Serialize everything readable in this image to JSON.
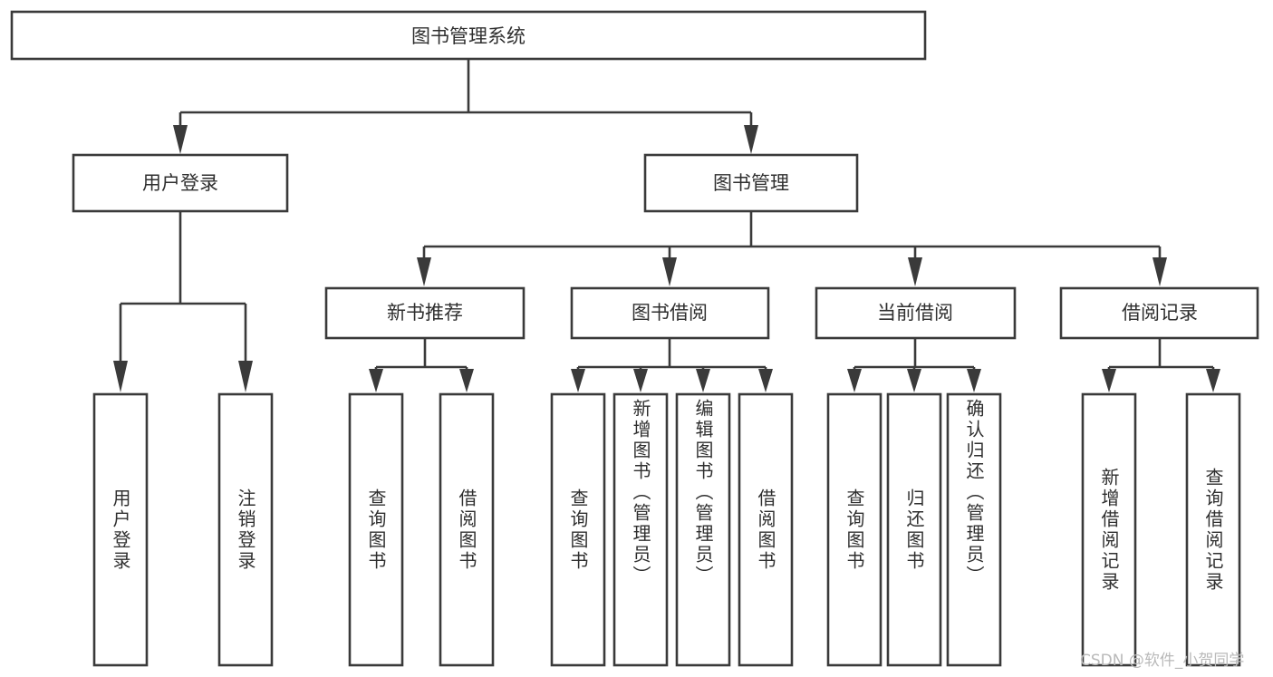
{
  "diagram": {
    "type": "tree",
    "title": "图书管理系统",
    "watermark": "CSDN @软件_小贺同学",
    "colors": {
      "box_stroke": "#3a3a3a",
      "box_fill": "#ffffff",
      "text": "#2f2f2f",
      "connector": "#3a3a3a",
      "background": "#ffffff",
      "watermark": "#b9b9b9"
    },
    "levels": {
      "root": "图书管理系统",
      "level1": [
        "用户登录",
        "图书管理"
      ],
      "level2": [
        "新书推荐",
        "图书借阅",
        "当前借阅",
        "借阅记录"
      ]
    },
    "nodes": {
      "root": {
        "label": "图书管理系统"
      },
      "user_login": {
        "label": "用户登录"
      },
      "book_manage": {
        "label": "图书管理"
      },
      "new_book_rec": {
        "label": "新书推荐"
      },
      "book_borrow": {
        "label": "图书借阅"
      },
      "current_borrow": {
        "label": "当前借阅"
      },
      "borrow_record": {
        "label": "借阅记录"
      }
    },
    "leaves": {
      "user_login": [
        {
          "label": "用户登录"
        },
        {
          "label": "注销登录"
        }
      ],
      "new_book_rec": [
        {
          "label": "查询图书"
        },
        {
          "label": "借阅图书"
        }
      ],
      "book_borrow": [
        {
          "label": "查询图书"
        },
        {
          "label": "新增图书（管理员）"
        },
        {
          "label": "编辑图书（管理员）"
        },
        {
          "label": "借阅图书"
        }
      ],
      "current_borrow": [
        {
          "label": "查询图书"
        },
        {
          "label": "归还图书"
        },
        {
          "label": "确认归还（管理员）"
        }
      ],
      "borrow_record": [
        {
          "label": "新增借阅记录"
        },
        {
          "label": "查询借阅记录"
        }
      ]
    }
  }
}
